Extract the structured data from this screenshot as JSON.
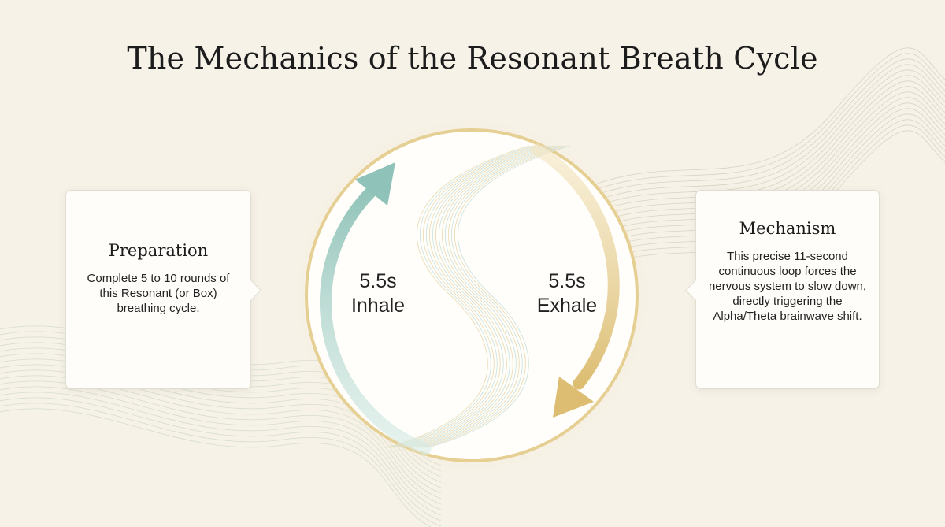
{
  "title": "The Mechanics of the Resonant Breath Cycle",
  "preparation": {
    "heading": "Preparation",
    "body": "Complete 5 to 10 rounds of this Resonant (or Box) breathing cycle."
  },
  "mechanism": {
    "heading": "Mechanism",
    "body": "This precise 11-second continuous loop forces the nervous system to slow down, directly triggering the Alpha/Theta brainwave shift."
  },
  "inhale": {
    "duration": "5.5s",
    "label": "Inhale"
  },
  "exhale": {
    "duration": "5.5s",
    "label": "Exhale"
  },
  "colors": {
    "background": "#f6f2e8",
    "inhale_arrow": "#9fc9c0",
    "exhale_arrow": "#e2c888",
    "circle_ring": "#e5cf93"
  }
}
